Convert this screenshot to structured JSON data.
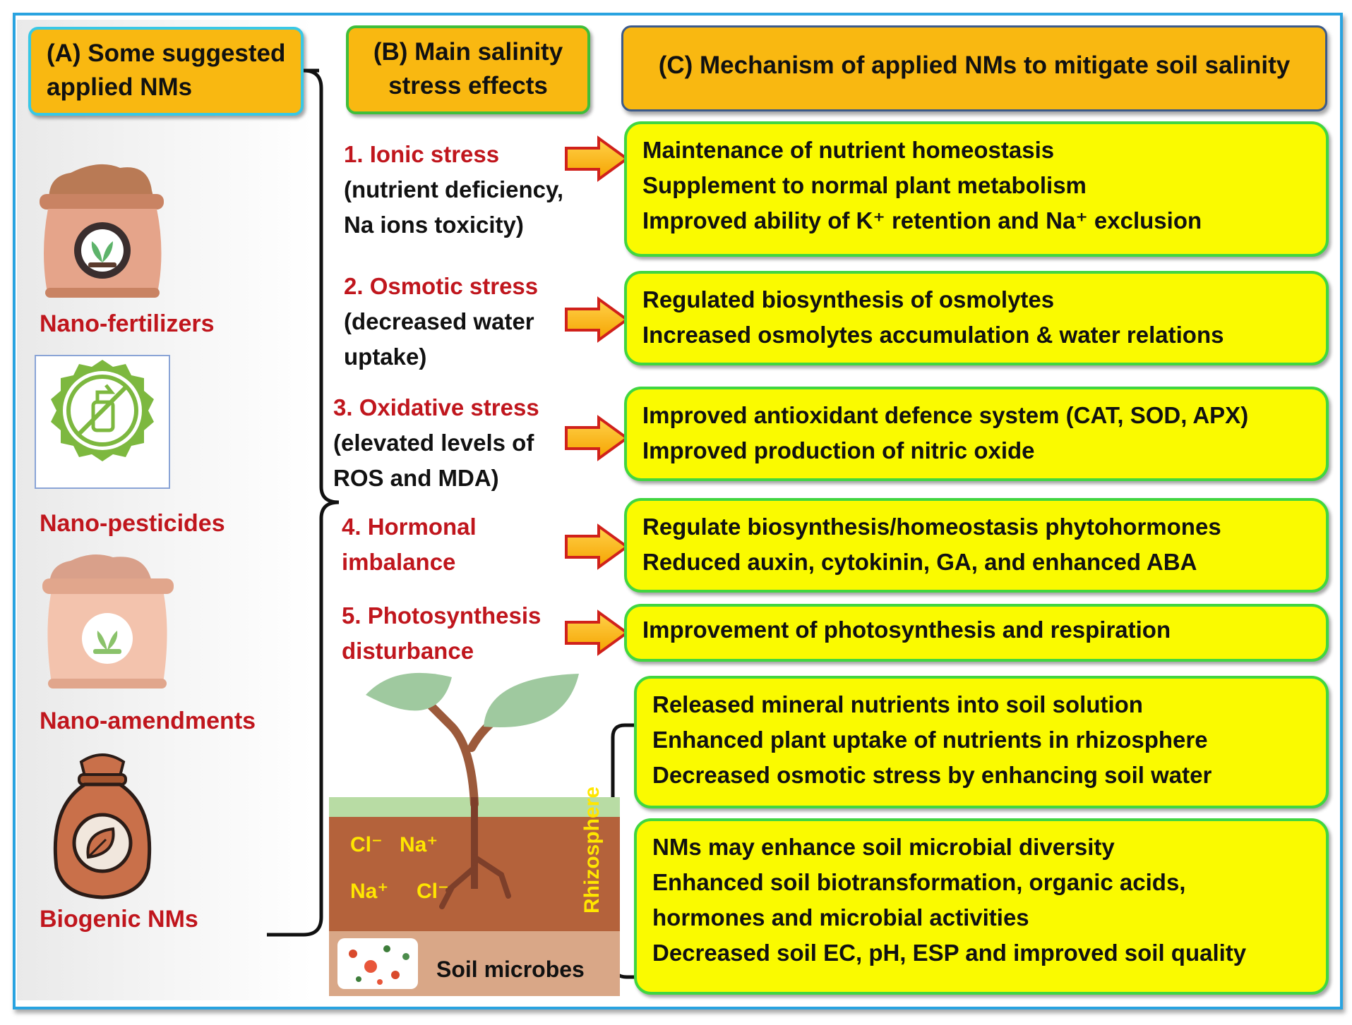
{
  "headers": {
    "a": [
      "(A) Some suggested",
      "applied NMs"
    ],
    "b": [
      "(B) Main salinity",
      "stress effects"
    ],
    "c": "(C) Mechanism of applied NMs to mitigate soil salinity"
  },
  "nm_types": [
    {
      "label": "Nano-fertilizers",
      "icon": "fertilizer-sack-icon"
    },
    {
      "label": "Nano-pesticides",
      "icon": "pesticide-spray-badge-icon"
    },
    {
      "label": "Nano-amendments",
      "icon": "amendment-sack-icon"
    },
    {
      "label": "Biogenic NMs",
      "icon": "biogenic-bag-icon"
    }
  ],
  "stresses": [
    {
      "title": "1. Ionic stress",
      "desc": [
        "(nutrient deficiency,",
        "Na ions toxicity)"
      ]
    },
    {
      "title": "2. Osmotic stress",
      "desc": [
        "(decreased water",
        "uptake)"
      ]
    },
    {
      "title": "3. Oxidative stress",
      "desc": [
        "(elevated levels of",
        "ROS and MDA)"
      ]
    },
    {
      "title": [
        "4. Hormonal",
        "imbalance"
      ],
      "desc": []
    },
    {
      "title": [
        "5. Photosynthesis",
        "disturbance"
      ],
      "desc": []
    }
  ],
  "mechanisms": [
    [
      "Maintenance of nutrient homeostasis",
      "Supplement to normal plant metabolism",
      "Improved ability of K⁺ retention and Na⁺ exclusion"
    ],
    [
      "Regulated biosynthesis of osmolytes",
      "Increased osmolytes accumulation & water relations"
    ],
    [
      "Improved antioxidant defence system (CAT, SOD, APX)",
      "Improved production of nitric oxide"
    ],
    [
      "Regulate biosynthesis/homeostasis phytohormones",
      "Reduced auxin, cytokinin, GA, and enhanced ABA"
    ],
    [
      "Improvement of photosynthesis and respiration"
    ]
  ],
  "soil_mechanisms": [
    [
      "Released mineral nutrients into soil solution",
      "Enhanced plant uptake of nutrients in rhizosphere",
      "Decreased osmotic stress by enhancing soil water"
    ],
    [
      "NMs may enhance soil microbial diversity",
      "Enhanced soil biotransformation, organic acids,",
      "hormones and microbial activities",
      "Decreased soil EC, pH, ESP and improved soil quality"
    ]
  ],
  "soil": {
    "ions": [
      "Cl⁻",
      "Na⁺",
      "Na⁺",
      "Cl⁻"
    ],
    "rhizosphere": "Rhizosphere",
    "microbes": "Soil microbes"
  },
  "colors": {
    "header_fill": "#f9b811",
    "box_fill": "#fafa00",
    "box_border": "#40d640",
    "stress_red": "#c0161d",
    "frame_blue": "#29a3e0"
  }
}
